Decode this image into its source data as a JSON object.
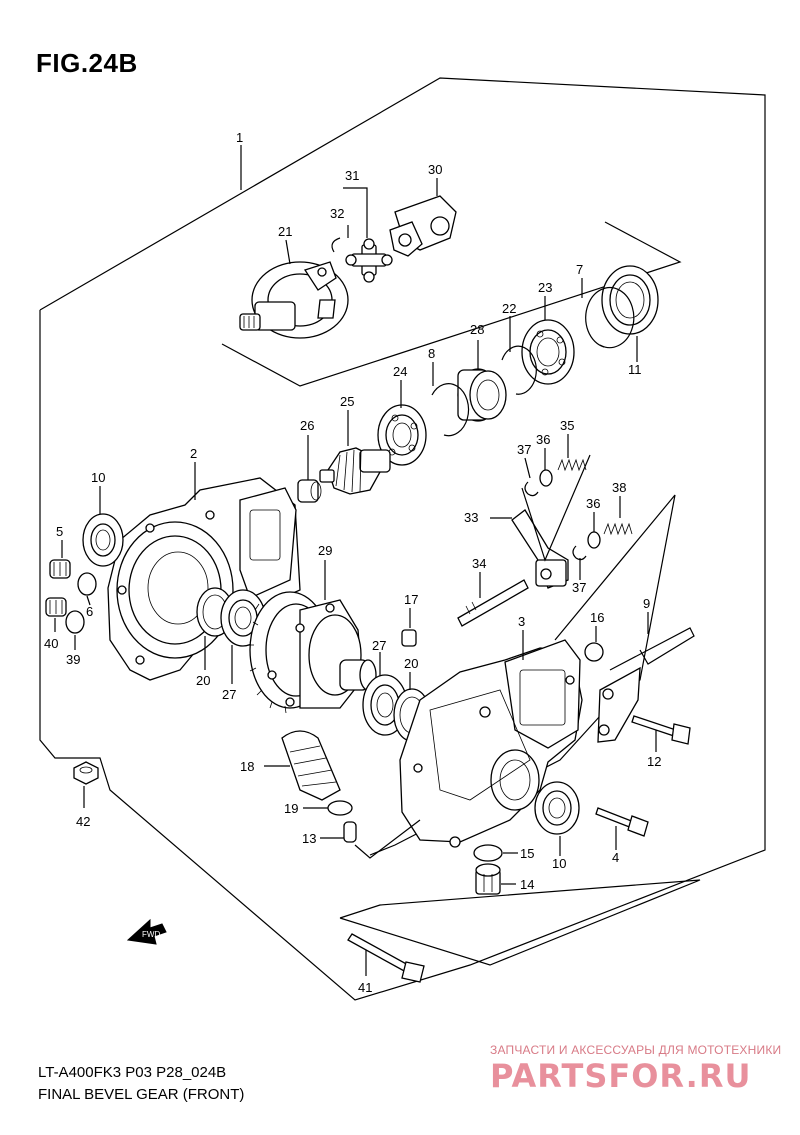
{
  "figure": {
    "title": "FIG.24B",
    "model_code": "LT-A400FK3 P03 P28_024B",
    "caption": "FINAL BEVEL GEAR (FRONT)"
  },
  "watermark": {
    "subtitle": "ЗАПЧАСТИ И АКСЕССУАРЫ ДЛЯ МОТОТЕХНИКИ",
    "brand": "PARTSFOR.RU",
    "color": "#e8909c"
  },
  "direction_arrow": {
    "label": "FWD"
  },
  "callouts": {
    "c1": "1",
    "c2": "2",
    "c3": "3",
    "c4": "4",
    "c5": "5",
    "c6": "6",
    "c7": "7",
    "c8": "8",
    "c9": "9",
    "c10a": "10",
    "c10b": "10",
    "c11": "11",
    "c12": "12",
    "c13": "13",
    "c14": "14",
    "c15": "15",
    "c16": "16",
    "c17": "17",
    "c18": "18",
    "c19": "19",
    "c20a": "20",
    "c20b": "20",
    "c21": "21",
    "c22": "22",
    "c23": "23",
    "c24": "24",
    "c25": "25",
    "c26": "26",
    "c27a": "27",
    "c27b": "27",
    "c28": "28",
    "c29": "29",
    "c30": "30",
    "c31": "31",
    "c32": "32",
    "c33": "33",
    "c34": "34",
    "c35": "35",
    "c36a": "36",
    "c36b": "36",
    "c37a": "37",
    "c37b": "37",
    "c38": "38",
    "c39": "39",
    "c40": "40",
    "c41": "41",
    "c42": "42"
  }
}
